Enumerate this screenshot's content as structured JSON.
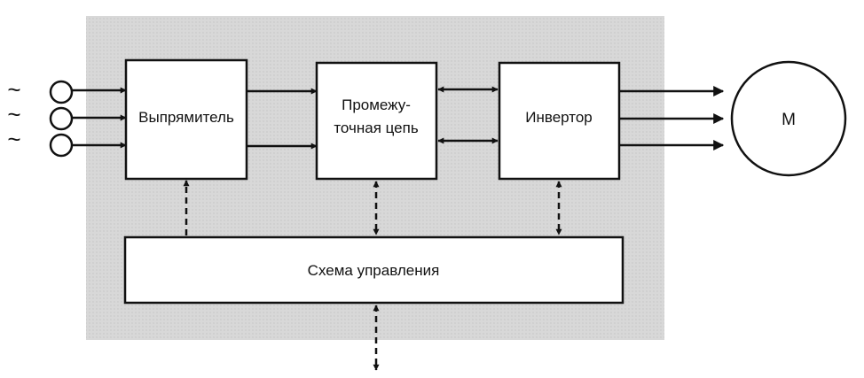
{
  "diagram": {
    "ac_symbol": "~",
    "blocks": {
      "rectifier": "Выпрямитель",
      "intermediate_line1": "Промежу-",
      "intermediate_line2": "точная цепь",
      "inverter": "Инвертор",
      "control": "Схема управления"
    },
    "motor_label": "M"
  }
}
